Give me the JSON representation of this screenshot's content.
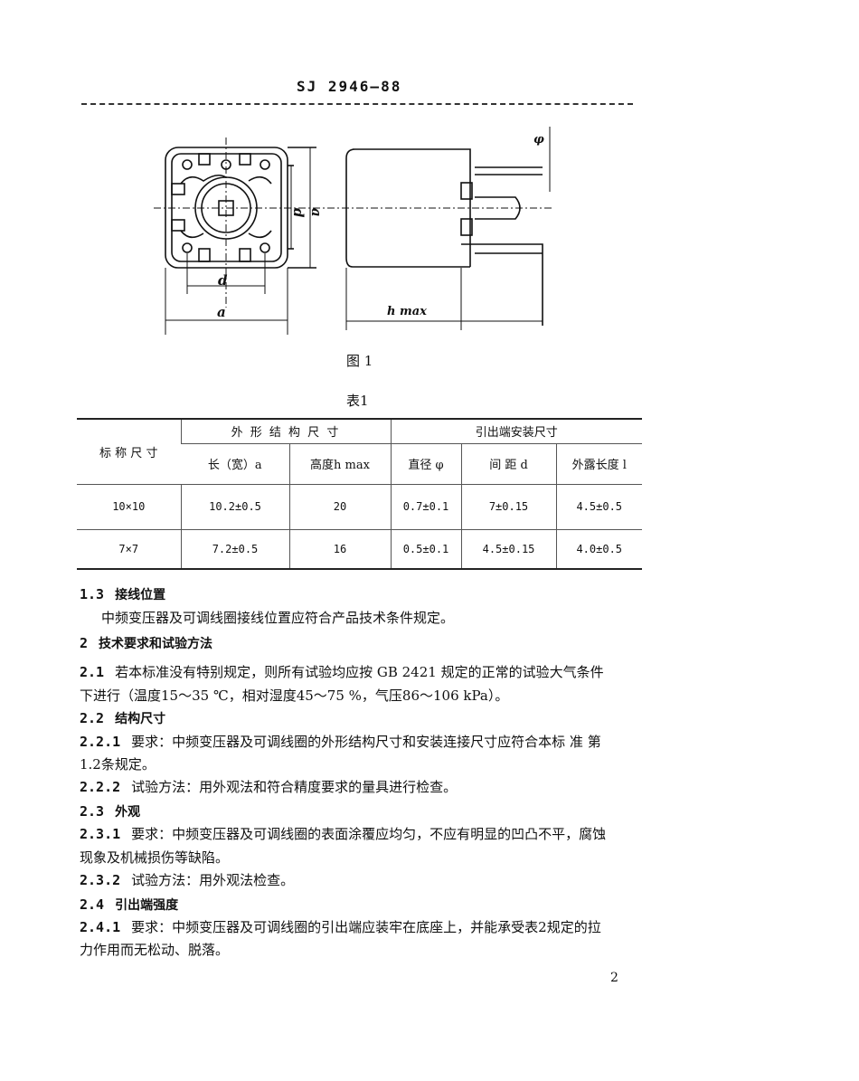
{
  "header": {
    "code": "SJ 2946—88"
  },
  "figure": {
    "caption": "图 1",
    "labels": {
      "a": "a",
      "d": "d",
      "hmax": "h max",
      "phi": "φ"
    }
  },
  "table": {
    "caption": "表1",
    "col_nominal": "标 称 尺 寸",
    "group_outline": "外 形 结 构 尺 寸",
    "group_lead": "引出端安装尺寸",
    "sub_headers": [
      "长（宽）a",
      "高度h max",
      "直径 φ",
      "间 距 d",
      "外露长度 l"
    ],
    "rows": [
      [
        "10×10",
        "10.2±0.5",
        "20",
        "0.7±0.1",
        "7±0.15",
        "4.5±0.5"
      ],
      [
        "7×7",
        "7.2±0.5",
        "16",
        "0.5±0.1",
        "4.5±0.15",
        "4.0±0.5"
      ]
    ]
  },
  "body": [
    {
      "num": "1.3",
      "text": "接线位置",
      "heading": true
    },
    {
      "num": "",
      "text": "中频变压器及可调线圈接线位置应符合产品技术条件规定。",
      "indent": true
    },
    {
      "num": "2",
      "text": "技术要求和试验方法",
      "heading": true
    },
    {
      "num": "2.1",
      "text": "若本标准没有特别规定，则所有试验均应按 GB 2421 规定的正常的试验大气条件"
    },
    {
      "num": "",
      "text": "下进行（温度15～35 ℃，相对湿度45～75 %，气压86～106 kPa）。"
    },
    {
      "num": "2.2",
      "text": "结构尺寸",
      "heading": true
    },
    {
      "num": "2.2.1",
      "text": "要求：中频变压器及可调线圈的外形结构尺寸和安装连接尺寸应符合本标 准 第"
    },
    {
      "num": "",
      "text": "1.2条规定。"
    },
    {
      "num": "2.2.2",
      "text": "试验方法：用外观法和符合精度要求的量具进行检查。"
    },
    {
      "num": "2.3",
      "text": "外观",
      "heading": true
    },
    {
      "num": "2.3.1",
      "text": "要求：中频变压器及可调线圈的表面涂覆应均匀，不应有明显的凹凸不平，腐蚀"
    },
    {
      "num": "",
      "text": "现象及机械损伤等缺陷。"
    },
    {
      "num": "2.3.2",
      "text": "试验方法：用外观法检查。"
    },
    {
      "num": "2.4",
      "text": "引出端强度",
      "heading": true
    },
    {
      "num": "2.4.1",
      "text": "要求：中频变压器及可调线圈的引出端应装牢在底座上，并能承受表2规定的拉"
    },
    {
      "num": "",
      "text": "力作用而无松动、脱落。"
    }
  ],
  "page_number": "2"
}
